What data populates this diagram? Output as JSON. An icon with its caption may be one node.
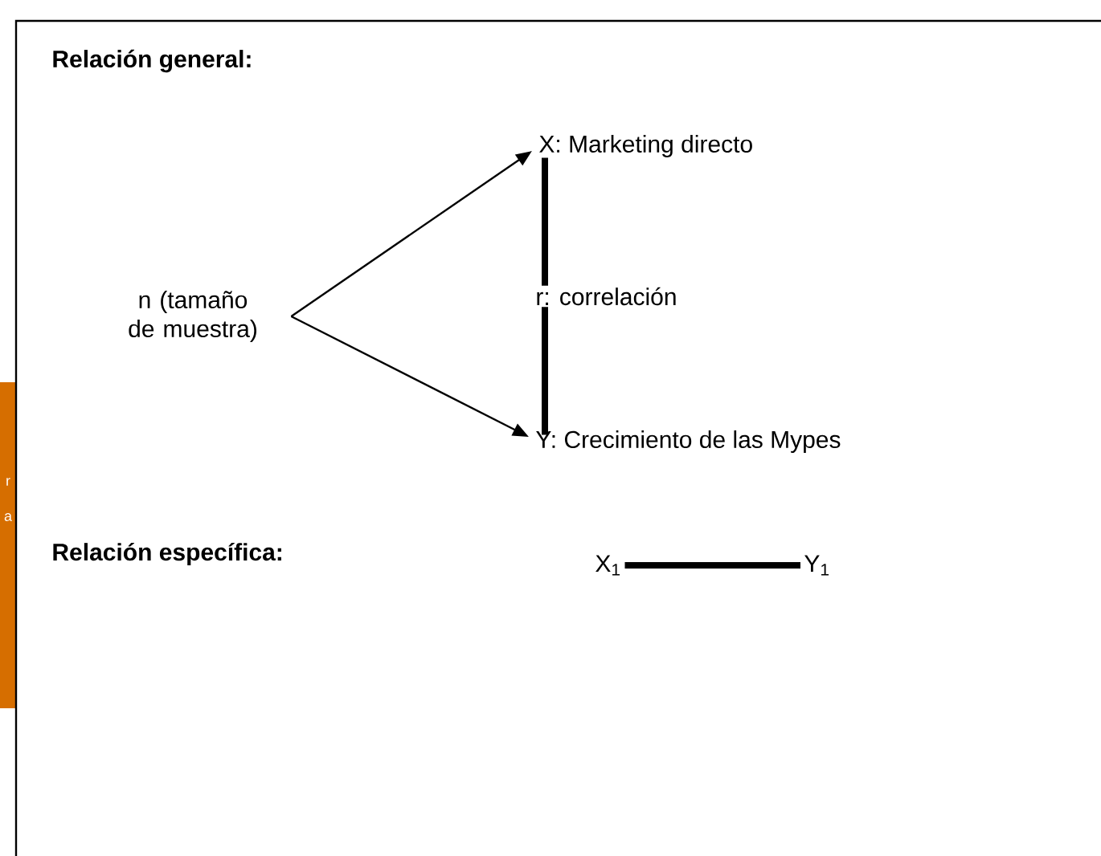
{
  "diagram": {
    "nodes": [
      {
        "text": [
          "n (tamaño de muestra)"
        ]
      },
      {
        "text": [
          "X: Marketing directo"
        ]
      },
      {
        "text": [
          "Y: Crecimiento de las Mypes"
        ]
      },
      {
        "text": [
          "X$_{1}$"
        ]
      },
      {
        "text": [
          "Y$_{1}$"
        ]
      }
    ],
    "edges": [
      {
        "from": 0,
        "to": 1,
        "arrow": "to"
      },
      {
        "from": 0,
        "to": 2,
        "arrow": "to"
      },
      {
        "from": 1,
        "to": 2,
        "arrow": "none",
        "style": "thick",
        "label": "r: correlación"
      },
      {
        "from": 3,
        "to": 4,
        "arrow": "none",
        "style": "thick"
      }
    ],
    "labels": [
      "Relación general:",
      "Relación específica:",
      "r",
      "a"
    ]
  }
}
